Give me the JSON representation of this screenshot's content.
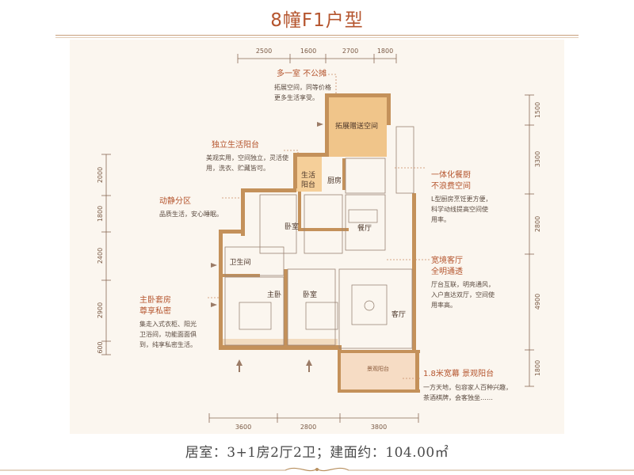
{
  "title": "8幢F1户型",
  "top_dims": [
    "2500",
    "1600",
    "2700",
    "1800"
  ],
  "bottom_dims": [
    "3600",
    "2800",
    "3800"
  ],
  "left_dims": [
    "2000",
    "1800",
    "2400",
    "2900",
    "600"
  ],
  "right_dims": [
    "1500",
    "3300",
    "2800",
    "4900",
    "1800"
  ],
  "rooms": {
    "expand": "拓展赠送空间",
    "life_balcony_1": "生活",
    "life_balcony_2": "阳台",
    "kitchen": "厨房",
    "bedroom_top": "卧室",
    "dining": "餐厅",
    "bathroom": "卫生间",
    "master": "主卧",
    "bedroom_mid": "卧室",
    "living": "客厅",
    "view_balcony": "景观阳台"
  },
  "notes": {
    "n1_title": "多一室 不公摊",
    "n1_body": "拓展空间，同等价格\n更多生活享受。",
    "n2_title": "独立生活阳台",
    "n2_body": "美观实用，空间独立，灵活使\n用，洗衣、贮藏皆可。",
    "n3_title": "动静分区",
    "n3_body": "品质生活，安心睡眠。",
    "n4_title_1": "主卧套房",
    "n4_title_2": "尊享私密",
    "n4_body": "集走入式衣柜、阳光\n卫浴间，功能面面俱\n到，纯享私密生活。",
    "n5_title_1": "一体化餐厨",
    "n5_title_2": "不浪费空间",
    "n5_body": "L型厨房烹饪更方便，\n科学动线提高空间使\n用率。",
    "n6_title_1": "宽境客厅",
    "n6_title_2": "全明通透",
    "n6_body": "厅台互联，明亮通风，\n入户直达双厅，空间使\n用率高。",
    "n7_title": "1.8米宽幕 景观阳台",
    "n7_body": "一方天地，包容家人百种兴趣，\n茶酒棋牌，会客独坐……"
  },
  "footer": "居室：3+1房2厅2卫；建面约：104.00㎡",
  "colors": {
    "accent": "#b5552e",
    "wall": "#c4915a",
    "expand_fill": "#f0c58a",
    "balcony_fill": "#f6dcc4",
    "panel": "#fbf6ef"
  }
}
